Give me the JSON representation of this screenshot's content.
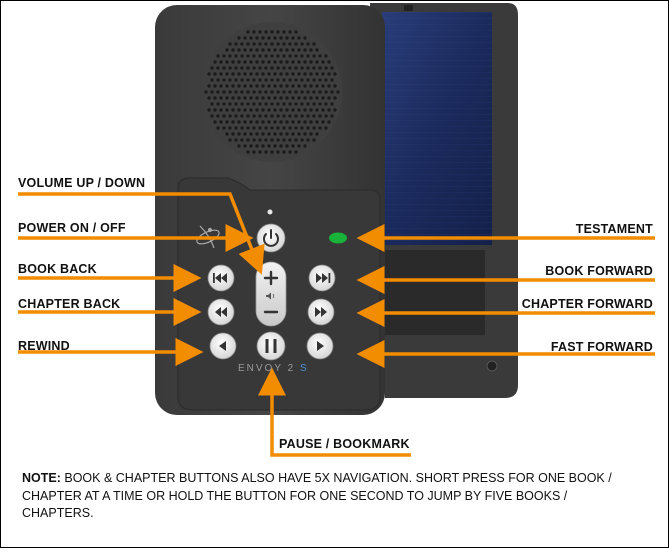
{
  "labels": {
    "volume": "VOLUME UP / DOWN",
    "power": "POWER ON / OFF",
    "book_back": "BOOK BACK",
    "chapter_back": "CHAPTER BACK",
    "rewind": "REWIND",
    "testament": "TESTAMENT",
    "book_forward": "BOOK FORWARD",
    "chapter_forward": "CHAPTER FORWARD",
    "fast_forward": "FAST FORWARD",
    "pause": "PAUSE / BOOKMARK"
  },
  "device": {
    "brand": "ENVOY 2",
    "brand_suffix": "S"
  },
  "note": {
    "prefix": "NOTE:",
    "text": "BOOK & CHAPTER BUTTONS ALSO HAVE 5X NAVIGATION.  SHORT PRESS FOR ONE BOOK / CHAPTER AT A TIME OR HOLD THE BUTTON FOR ONE SECOND TO JUMP BY FIVE BOOKS / CHAPTERS."
  },
  "colors": {
    "arrow": "#f28c00",
    "led": "#19b33a",
    "body": "#2f2f2f",
    "solar": "#1a2a5e"
  }
}
